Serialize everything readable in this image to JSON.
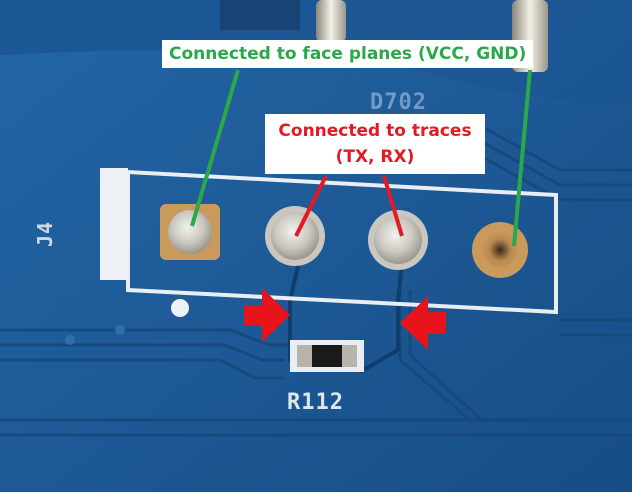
{
  "callouts": {
    "face_planes": "Connected to face planes (VCC, GND)",
    "traces_line1": "Connected to traces",
    "traces_line2": "(TX, RX)"
  },
  "silkscreen": {
    "resistor": "R112",
    "connector": "J4",
    "diode": "D702"
  },
  "colors": {
    "board": "#1f5e9c",
    "copper_trace": "#2d6fae",
    "silkscreen": "#e8eef4",
    "green_callout": "#2aa84a",
    "red_callout": "#e01b24",
    "arrow": "#e8141c"
  }
}
